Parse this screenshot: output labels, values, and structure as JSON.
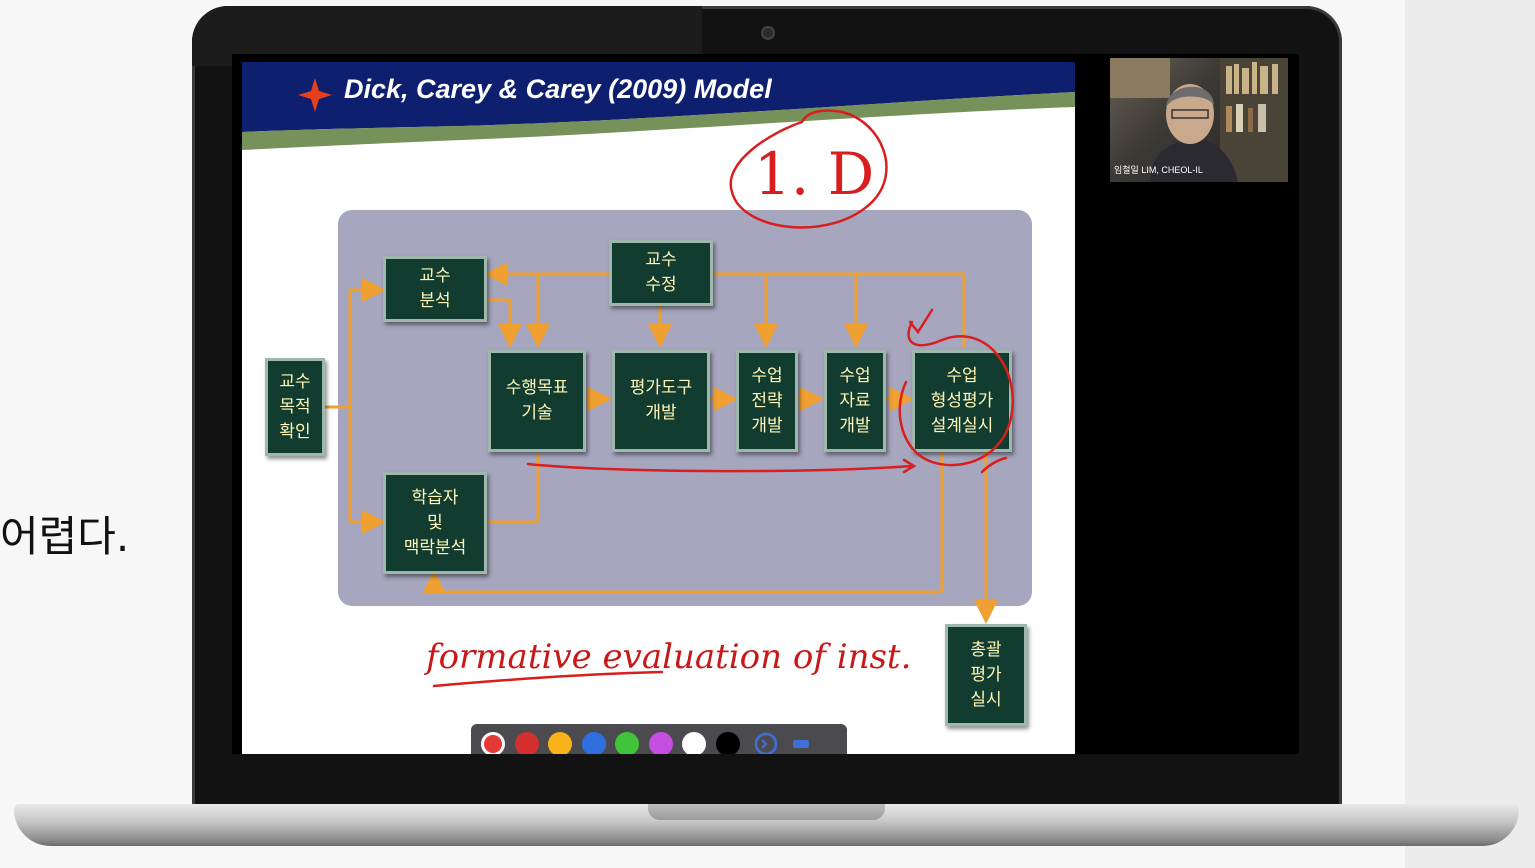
{
  "background_text": "어렵다.",
  "slide": {
    "title": "Dick, Carey & Carey (2009) Model",
    "boxes": {
      "goal": "교수\n목적\n확인",
      "instr_analysis": "교수\n분석",
      "learner_analysis": "학습자\n및\n맥락분석",
      "objectives": "수행목표\n기술",
      "assessment": "평가도구\n개발",
      "strategy": "수업\n전략\n개발",
      "materials": "수업\n자료\n개발",
      "formative": "수업\n형성평가\n설계실시",
      "revise": "교수\n수정",
      "summative": "총괄\n평가\n실시"
    },
    "annotations": {
      "circle_text": "1. D",
      "handwriting": "formative evaluation of inst.",
      "checkmark": "✓"
    }
  },
  "webcam": {
    "name": "임철일 LIM, CHEOL-IL"
  },
  "toolbar": {
    "colors": [
      "#e53935",
      "#d32f2f",
      "#f9b21a",
      "#2f6fe0",
      "#3fc43a",
      "#c44ee0",
      "#ffffff",
      "#000000"
    ],
    "tools": [
      "undo-icon",
      "eraser-icon"
    ]
  }
}
